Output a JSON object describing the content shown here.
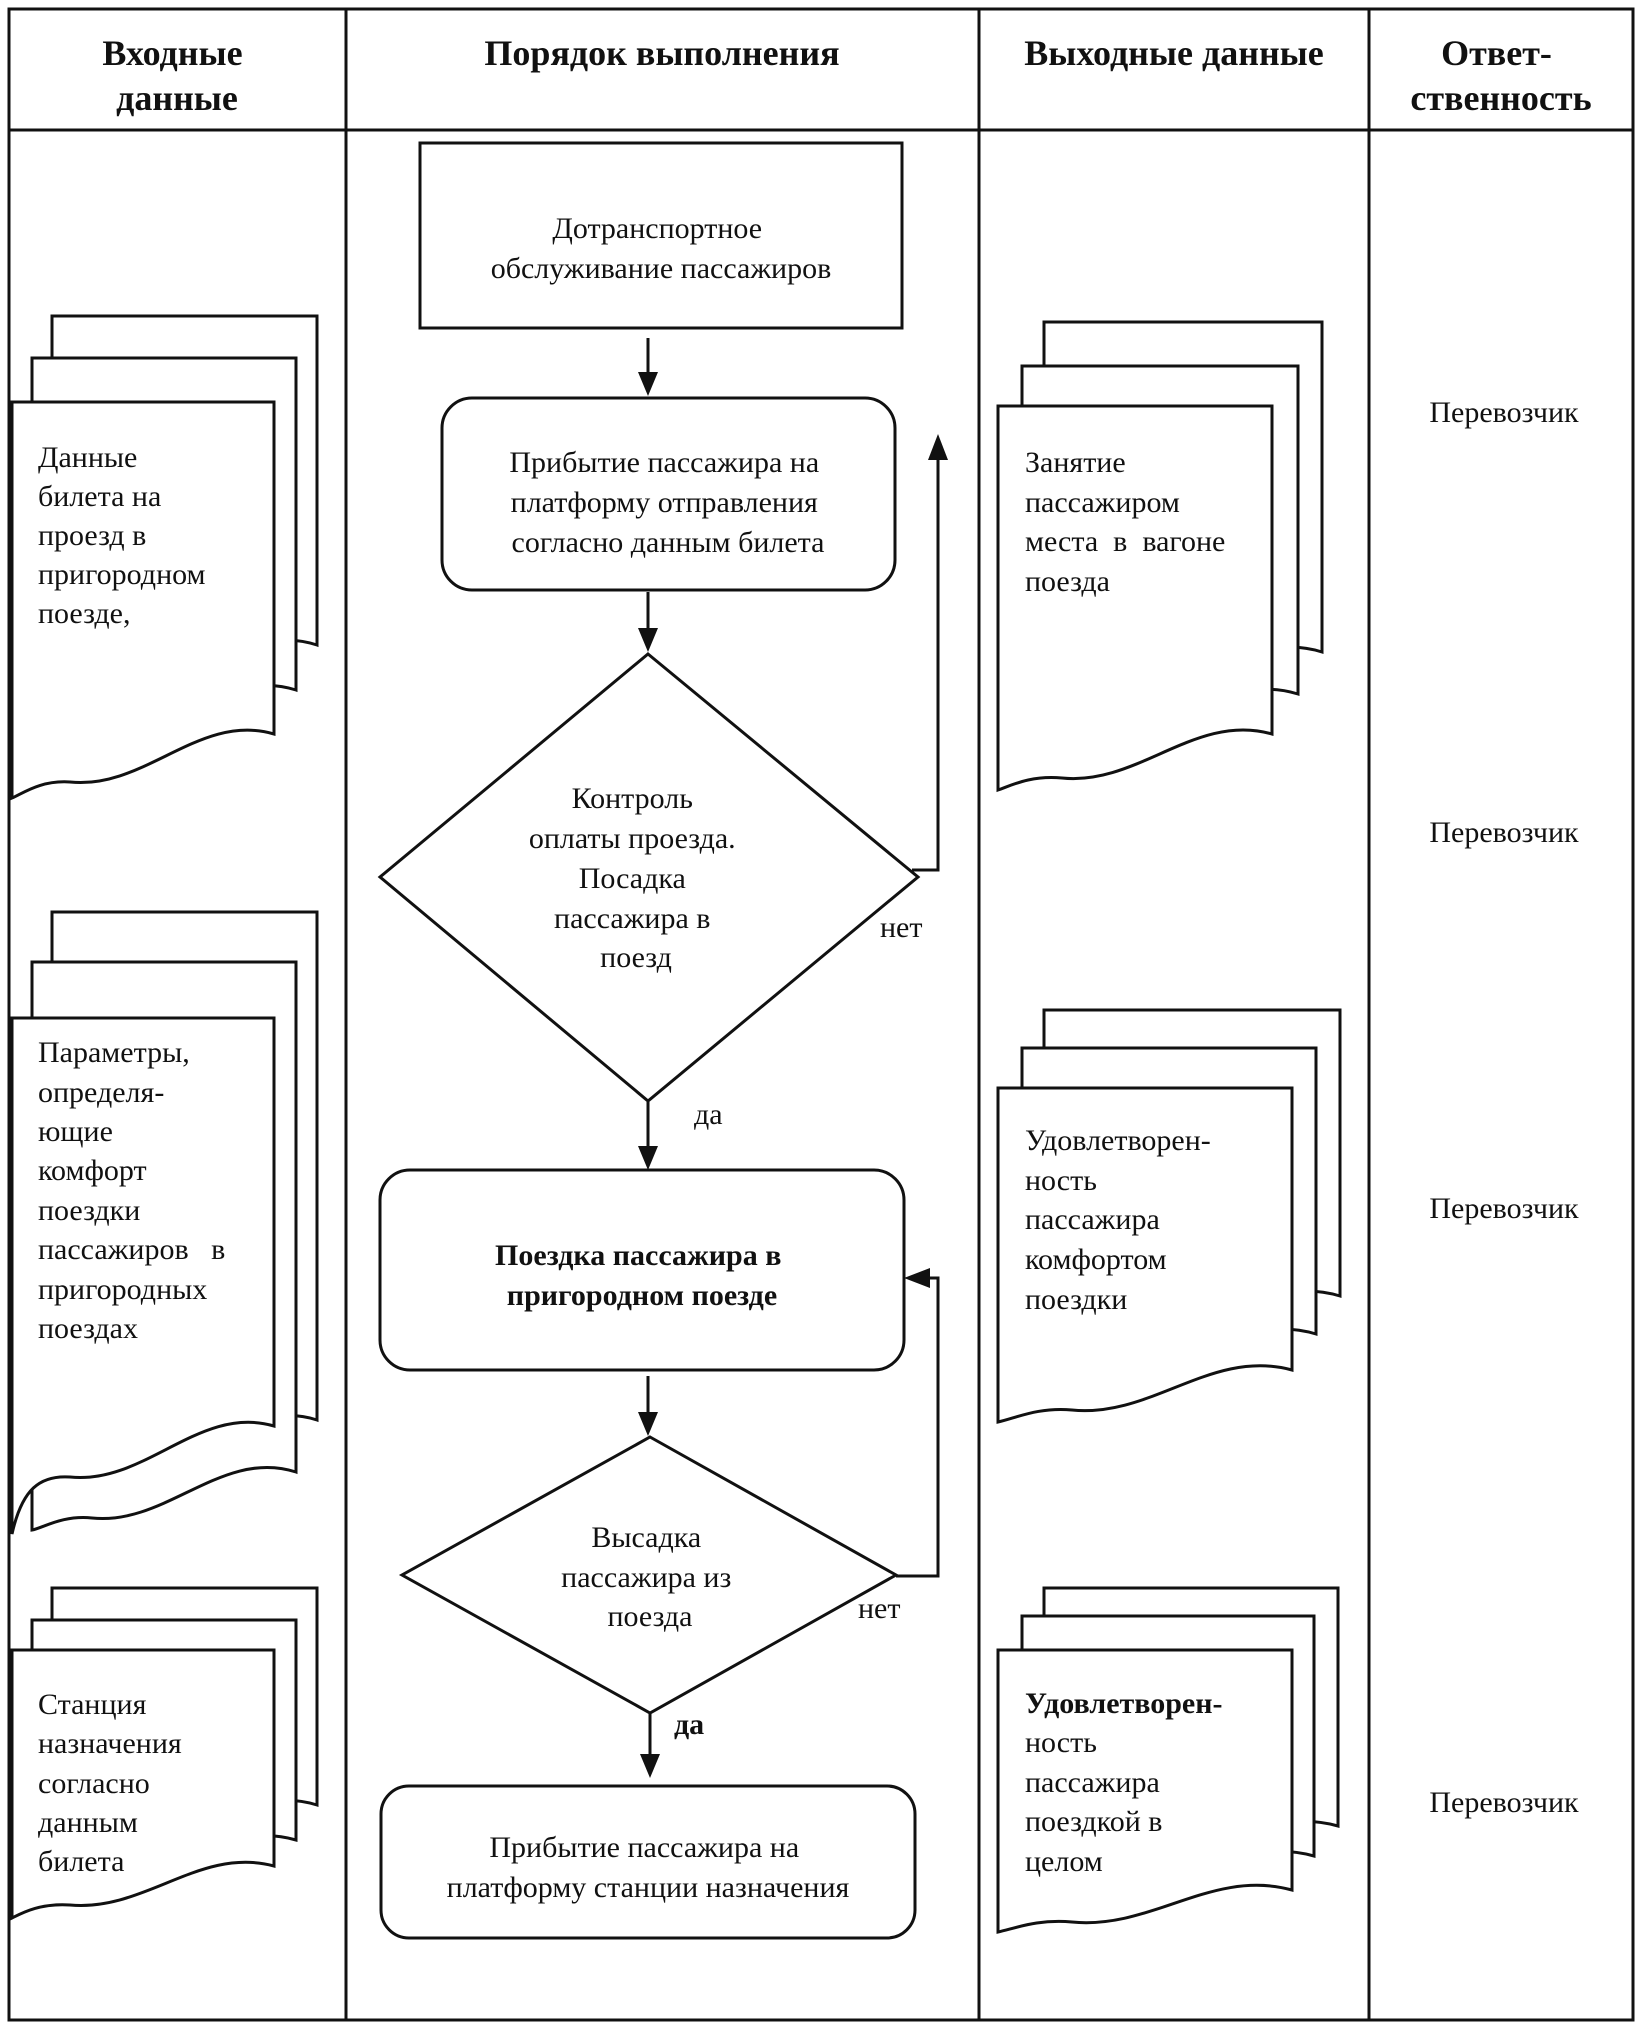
{
  "headers": {
    "inputs": [
      "Входные",
      "данные"
    ],
    "process": [
      "Порядок выполнения"
    ],
    "outputs": [
      "Выходные данные"
    ],
    "responsibility": [
      "Ответ-",
      "ственность"
    ]
  },
  "inputs": [
    [
      "Данные",
      "билета на",
      "проезд в",
      "пригородном",
      "поезде,"
    ],
    [
      "Параметры,",
      "определя-",
      "ющие",
      "комфорт",
      "поездки",
      "пассажиров   в",
      "пригородных",
      "поездах"
    ],
    [
      "Станция",
      "назначения",
      "согласно",
      "данным",
      "билета"
    ]
  ],
  "process": {
    "step1": [
      "Дотранспортное",
      "обслуживание пассажиров"
    ],
    "step2": [
      "Прибытие пассажира на",
      "платформу отправления",
      "согласно данным билета"
    ],
    "decision1": [
      "Контроль",
      "оплаты проезда.",
      "Посадка",
      "пассажира в",
      "поезд"
    ],
    "step3": [
      "Поездка пассажира в",
      "пригородном поезде"
    ],
    "decision2": [
      "Высадка",
      "пассажира из",
      "поезда"
    ],
    "step4": [
      "Прибытие пассажира на",
      "платформу станции назначения"
    ]
  },
  "branch_labels": {
    "d1_no": "нет",
    "d1_yes": "да",
    "d2_no": "нет",
    "d2_yes": "да"
  },
  "outputs": [
    [
      "Занятие",
      "пассажиром",
      "места  в  вагоне",
      "поезда"
    ],
    [
      "Удовлетворен-",
      "ность",
      "пассажира",
      "комфортом",
      "поездки"
    ],
    [
      "Удовлетворен-",
      "ность",
      "пассажира",
      "поездкой в",
      "целом"
    ]
  ],
  "responsibility": [
    "Перевозчик",
    "Перевозчик",
    "Перевозчик",
    "Перевозчик"
  ]
}
